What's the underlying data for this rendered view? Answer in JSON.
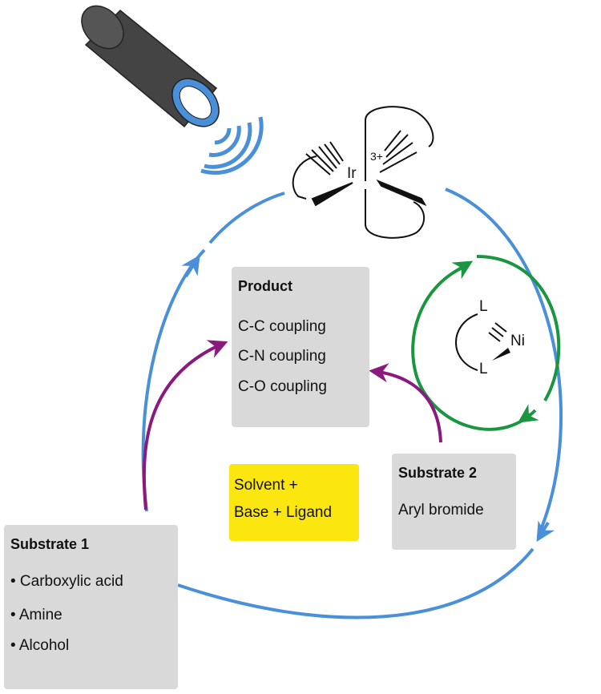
{
  "colors": {
    "cycle_blue": "#4a90d9",
    "nickel_green": "#1a9641",
    "substrate_purple": "#8b1a7e",
    "box_gray": "#d9d9d9",
    "box_yellow": "#fbe70f",
    "lamp_body": "#444444"
  },
  "iridium": {
    "metal": "Ir",
    "charge": "3+"
  },
  "nickel": {
    "metal": "Ni",
    "ligand_top": "L",
    "ligand_bottom": "L"
  },
  "product": {
    "title": "Product",
    "items": [
      "C-C coupling",
      "C-N coupling",
      "C-O coupling"
    ]
  },
  "conditions": {
    "lines": [
      "Solvent +",
      "Base + Ligand"
    ]
  },
  "substrate1": {
    "title": "Substrate 1",
    "items": [
      "• Carboxylic acid",
      "• Amine",
      "• Alcohol"
    ]
  },
  "substrate2": {
    "title": "Substrate 2",
    "items": [
      "Aryl bromide"
    ]
  },
  "icons": [
    "light-source-icon",
    "light-wave-icon"
  ]
}
